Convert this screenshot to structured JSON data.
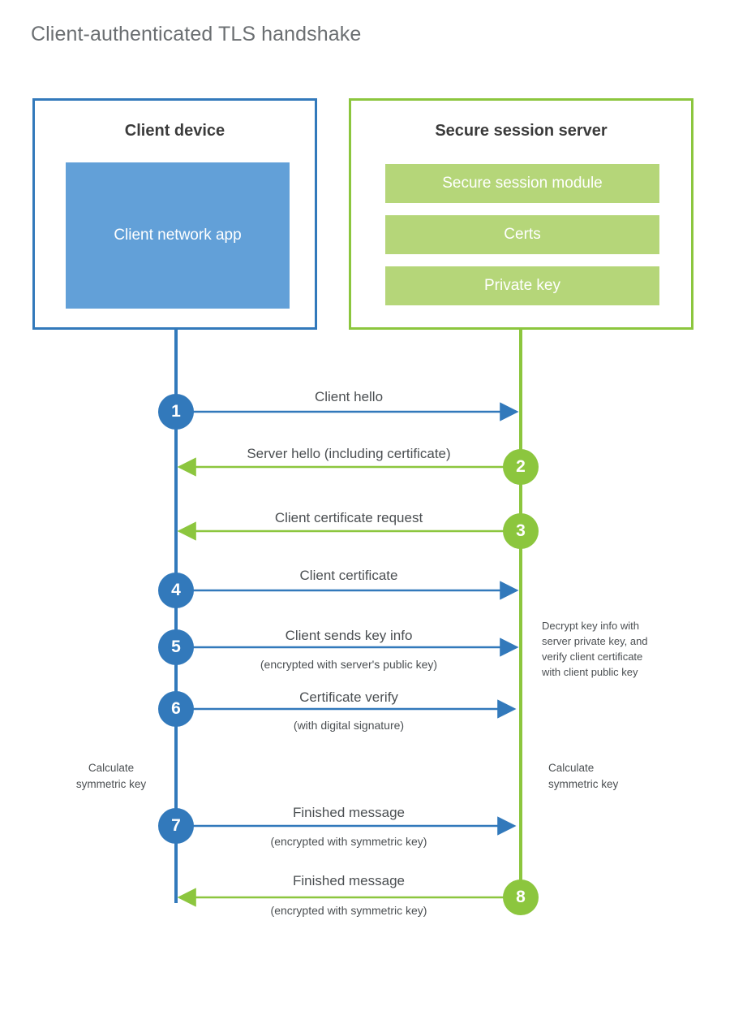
{
  "title": "Client-authenticated TLS handshake",
  "colors": {
    "blue_stroke": "#3279bb",
    "blue_fill": "#62a0d8",
    "green_stroke": "#8cc63e",
    "green_fill": "#b5d679",
    "title_text": "#6b6f72",
    "body_text": "#4b4f52",
    "heading_text": "#3b3b3b"
  },
  "client": {
    "title": "Client device",
    "block": "Client network app"
  },
  "server": {
    "title": "Secure session server",
    "blocks": [
      "Secure session module",
      "Certs",
      "Private key"
    ]
  },
  "steps": [
    {
      "number": "1",
      "label": "Client hello",
      "sub": "",
      "direction": "client-to-server",
      "side": "client",
      "color": "blue"
    },
    {
      "number": "2",
      "label": "Server hello (including certificate)",
      "sub": "",
      "direction": "server-to-client",
      "side": "server",
      "color": "green"
    },
    {
      "number": "3",
      "label": "Client certificate request",
      "sub": "",
      "direction": "server-to-client",
      "side": "server",
      "color": "green"
    },
    {
      "number": "4",
      "label": "Client certificate",
      "sub": "",
      "direction": "client-to-server",
      "side": "client",
      "color": "blue"
    },
    {
      "number": "5",
      "label": "Client sends key info",
      "sub": "(encrypted with server's public key)",
      "direction": "client-to-server",
      "side": "client",
      "color": "blue"
    },
    {
      "number": "6",
      "label": "Certificate verify",
      "sub": "(with digital signature)",
      "direction": "client-to-server",
      "side": "client",
      "color": "blue"
    },
    {
      "number": "7",
      "label": "Finished message",
      "sub": "(encrypted with symmetric key)",
      "direction": "client-to-server",
      "side": "client",
      "color": "blue"
    },
    {
      "number": "8",
      "label": "Finished message",
      "sub": "(encrypted with symmetric key)",
      "direction": "server-to-client",
      "side": "server",
      "color": "green"
    }
  ],
  "notes": {
    "server_decrypt": {
      "line1": "Decrypt key info with",
      "line2": "server private key, and",
      "line3": "verify client certificate",
      "line4": "with client public key"
    },
    "client_calc": {
      "line1": "Calculate",
      "line2": "symmetric key"
    },
    "server_calc": {
      "line1": "Calculate",
      "line2": "symmetric key"
    }
  }
}
